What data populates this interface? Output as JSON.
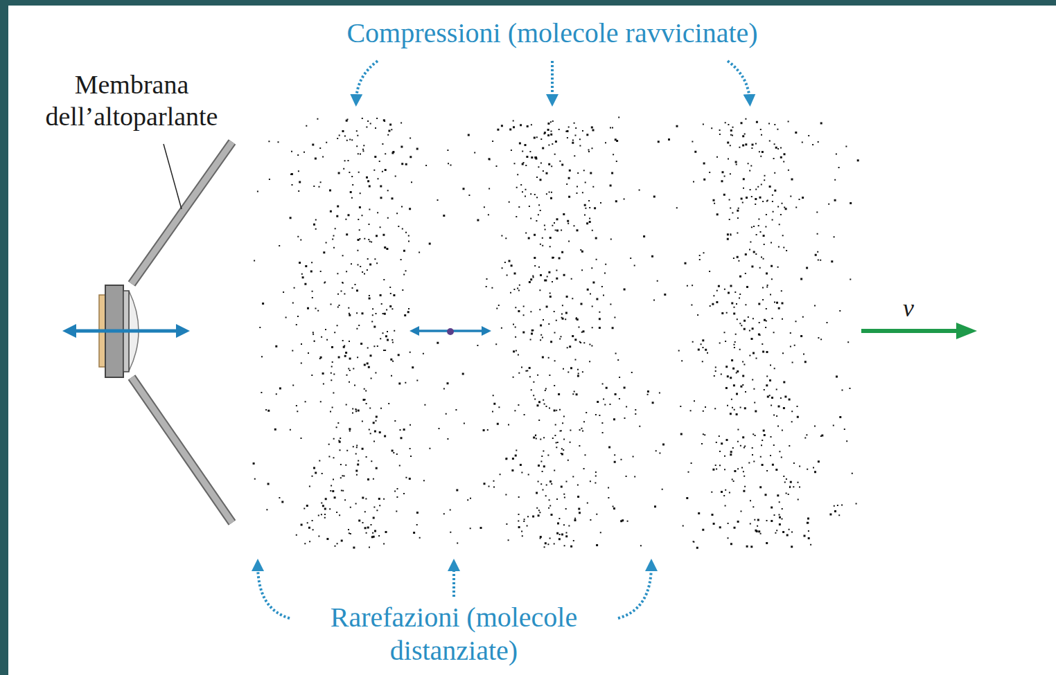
{
  "diagram": {
    "labels": [
      "Compressioni (molecole ravvicinate)",
      "Membrana dell’altoparlante",
      "v",
      "Rarefazioni (molecole distanziate)"
    ]
  }
}
